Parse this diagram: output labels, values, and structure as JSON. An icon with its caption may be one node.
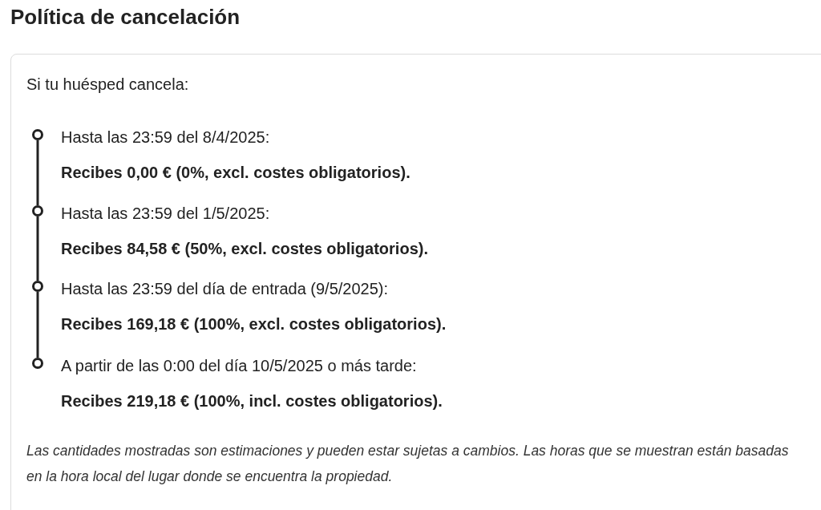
{
  "diagram": {
    "title": "Política de cancelación",
    "nodes": [
      {
        "text": [
          "Si tu huésped cancela:",
          "Las cantidades mostradas son estimaciones y pueden estar sujetas a cambios. Las horas que se muestran están basadas en la hora local del lugar donde se encuentra la propiedad."
        ]
      },
      {
        "text": [],
        "shape": "circle",
        "in": 0,
        "beside": [
          "Hasta las 23:59 del 8/4/2025:",
          "Recibes 0,00 € (0%, excl. costes obligatorios)."
        ]
      },
      {
        "text": [],
        "shape": "circle",
        "in": 0,
        "beside": [
          "Hasta las 23:59 del 1/5/2025:",
          "Recibes 84,58 € (50%, excl. costes obligatorios)."
        ]
      },
      {
        "text": [],
        "shape": "circle",
        "in": 0,
        "beside": [
          "Hasta las 23:59 del día de entrada (9/5/2025):",
          "Recibes 169,18 € (100%, excl. costes obligatorios)."
        ]
      },
      {
        "text": [],
        "shape": "circle",
        "in": 0,
        "beside": [
          "A partir de las 0:00 del día 10/5/2025 o más tarde:",
          "Recibes 219,18 € (100%, incl. costes obligatorios)."
        ]
      }
    ],
    "edges": [
      {
        "from": 1,
        "to": 2,
        "arrow": "none"
      },
      {
        "from": 2,
        "to": 3,
        "arrow": "none"
      },
      {
        "from": 3,
        "to": 4,
        "arrow": "none"
      }
    ]
  }
}
